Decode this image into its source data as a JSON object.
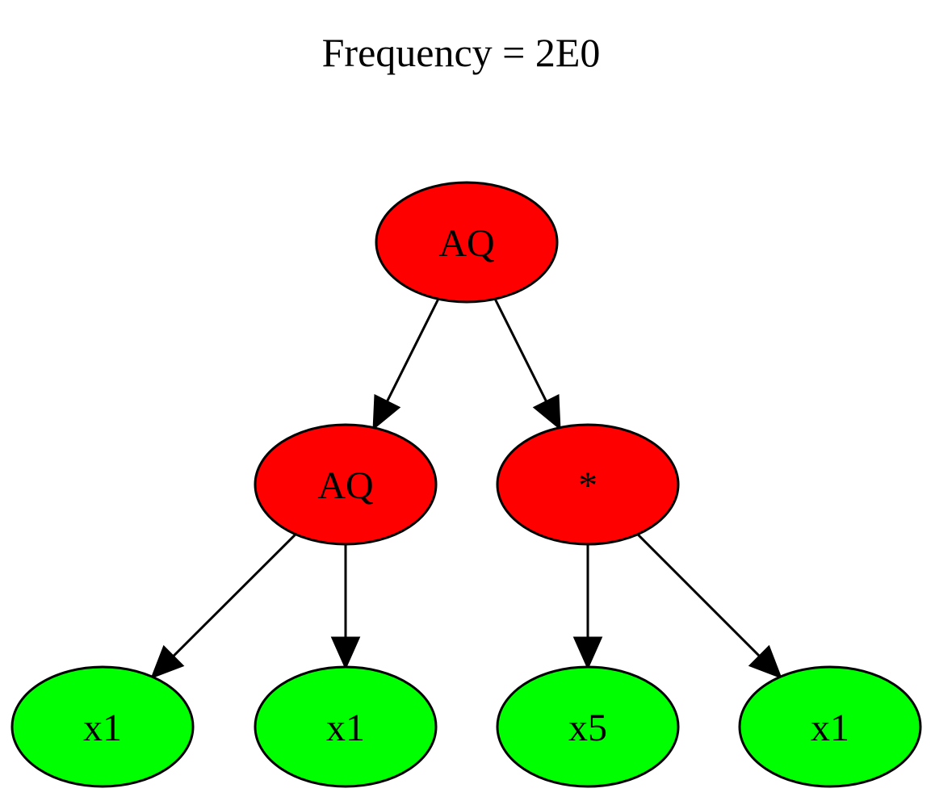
{
  "title": "Frequency = 2E0",
  "colors": {
    "operator": "#ff0000",
    "terminal": "#00ff00",
    "stroke": "#000000"
  },
  "nodes": [
    {
      "id": "n0",
      "label": "AQ",
      "kind": "operator"
    },
    {
      "id": "n1",
      "label": "AQ",
      "kind": "operator"
    },
    {
      "id": "n2",
      "label": "*",
      "kind": "operator"
    },
    {
      "id": "n3",
      "label": "x1",
      "kind": "terminal"
    },
    {
      "id": "n4",
      "label": "x1",
      "kind": "terminal"
    },
    {
      "id": "n5",
      "label": "x5",
      "kind": "terminal"
    },
    {
      "id": "n6",
      "label": "x1",
      "kind": "terminal"
    }
  ],
  "edges": [
    {
      "from": "n0",
      "to": "n1"
    },
    {
      "from": "n0",
      "to": "n2"
    },
    {
      "from": "n1",
      "to": "n3"
    },
    {
      "from": "n1",
      "to": "n4"
    },
    {
      "from": "n2",
      "to": "n5"
    },
    {
      "from": "n2",
      "to": "n6"
    }
  ]
}
